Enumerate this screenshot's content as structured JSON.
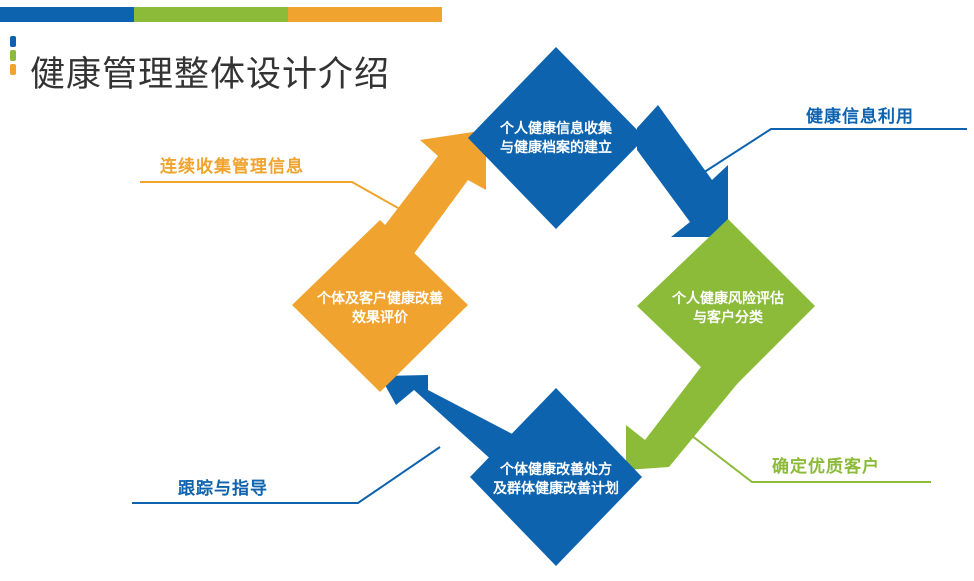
{
  "title": "健康管理整体设计介绍",
  "colors": {
    "blue": "#0D63AE",
    "green": "#8BBB39",
    "orange": "#F0A32E"
  },
  "nodes": [
    {
      "id": "top",
      "lines": [
        "个人健康信息收集",
        "与健康档案的建立"
      ]
    },
    {
      "id": "right",
      "lines": [
        "个人健康风险评估",
        "与客户分类"
      ]
    },
    {
      "id": "bottom",
      "lines": [
        "个体健康改善处方",
        "及群体健康改善计划"
      ]
    },
    {
      "id": "left",
      "lines": [
        "个体及客户健康改善",
        "效果评价"
      ]
    }
  ],
  "labels": {
    "health_info_use": "健康信息利用",
    "continuous_collect": "连续收集管理信息",
    "quality_customers": "确定优质客户",
    "track_guide": "跟踪与指导"
  }
}
